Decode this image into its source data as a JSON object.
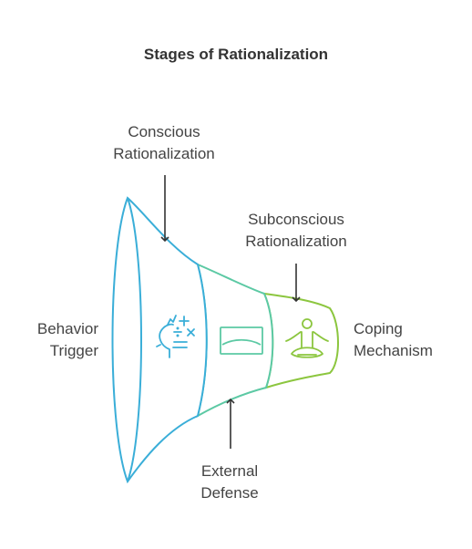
{
  "title": "Stages of Rationalization",
  "labels": {
    "conscious": [
      "Conscious",
      "Rationalization"
    ],
    "subconscious": [
      "Subconscious",
      "Rationalization"
    ],
    "behavior_trigger": [
      "Behavior",
      "Trigger"
    ],
    "coping": [
      "Coping",
      "Mechanism"
    ],
    "external": [
      "External",
      "Defense"
    ]
  },
  "icons": {
    "stage1": "mind-math-icon",
    "stage2": "frame-icon",
    "stage3": "meditation-icon"
  },
  "colors": {
    "stage1": "#3aaed8",
    "stage2": "#5cc9a4",
    "stage3": "#8cc63f",
    "arrow": "#333333",
    "text": "#444444"
  }
}
